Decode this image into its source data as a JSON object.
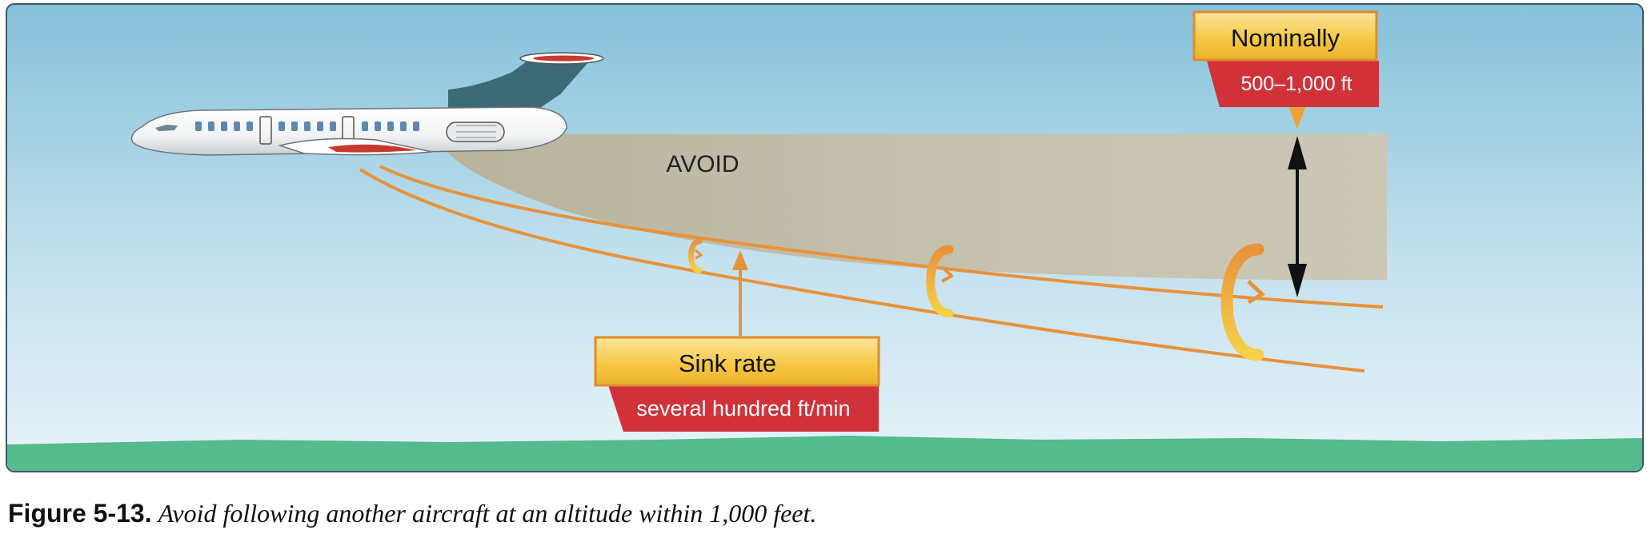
{
  "diagram": {
    "avoid_label": "AVOID",
    "height_callout": {
      "title": "Nominally",
      "value": "500–1,000 ft"
    },
    "sink_callout": {
      "title": "Sink rate",
      "value": "several hundred ft/min"
    }
  },
  "caption": {
    "number": "Figure 5-13.",
    "text": "Avoid following another aircraft at an altitude within 1,000 feet."
  },
  "colors": {
    "sky_top": "#86c1da",
    "sky_bottom": "#e9f4f9",
    "ground": "#55ba8c",
    "avoid_zone": "#c6c2b0",
    "wake_line": "#e8923a",
    "label_fill": "#f5c640",
    "value_fill": "#d1323a",
    "fuselage_tail": "#3d6a76"
  }
}
